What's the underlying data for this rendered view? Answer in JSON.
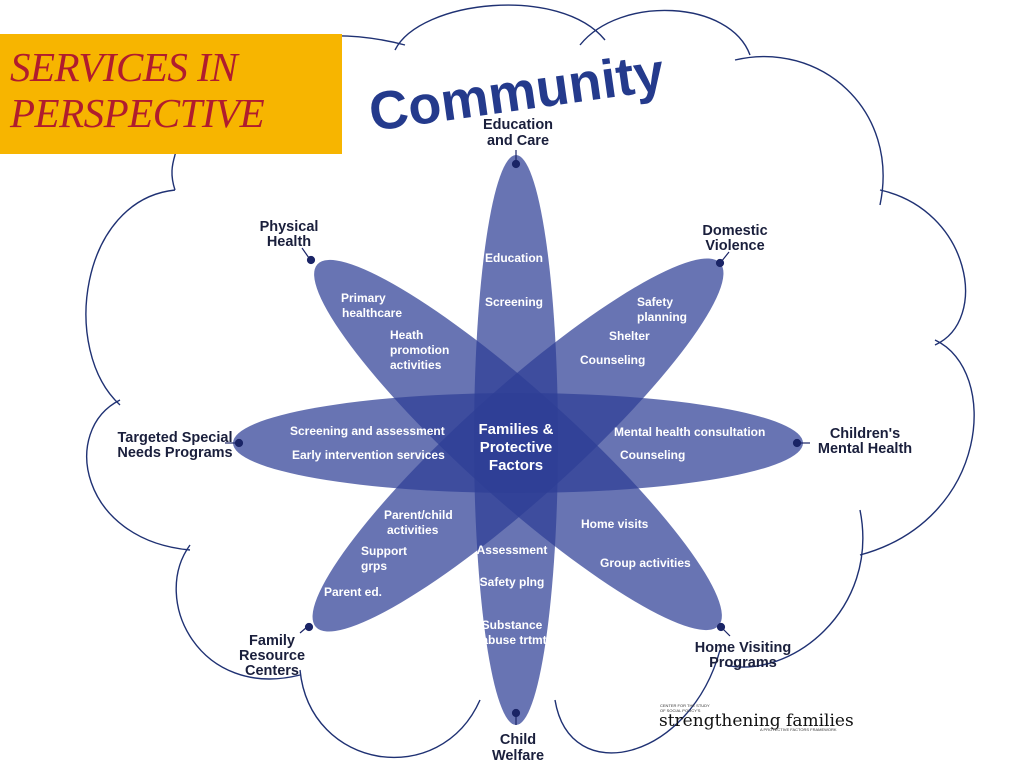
{
  "slide_title": [
    "SERVICES IN",
    "PERSPECTIVE"
  ],
  "cloud_title": "Community",
  "center_label": [
    "Families &",
    "Protective",
    "Factors"
  ],
  "petals": [
    {
      "id": "education",
      "outer": [
        "Education",
        "and Care"
      ],
      "inner": [
        "Education",
        "Screening"
      ]
    },
    {
      "id": "domestic",
      "outer": [
        "Domestic",
        "Violence"
      ],
      "inner": [
        "Safety",
        "planning",
        "Shelter",
        "Counseling"
      ]
    },
    {
      "id": "childrens",
      "outer": [
        "Children's",
        "Mental Health"
      ],
      "inner": [
        "Mental health consultation",
        "Counseling"
      ]
    },
    {
      "id": "homevisit",
      "outer": [
        "Home Visiting",
        "Programs"
      ],
      "inner": [
        "Home visits",
        "Group activities"
      ]
    },
    {
      "id": "childwelfare",
      "outer": [
        "Child",
        "Welfare"
      ],
      "inner": [
        "Assessment",
        "Safety plng",
        "Substance",
        "abuse trtmt"
      ]
    },
    {
      "id": "familyres",
      "outer": [
        "Family",
        "Resource",
        "Centers"
      ],
      "inner": [
        "Parent/child",
        "activities",
        "Support",
        "grps",
        "Parent ed."
      ]
    },
    {
      "id": "targeted",
      "outer": [
        "Targeted Special",
        "Needs Programs"
      ],
      "inner": [
        "Screening and assessment",
        "Early intervention services"
      ]
    },
    {
      "id": "physical",
      "outer": [
        "Physical",
        "Health"
      ],
      "inner": [
        "Primary",
        "healthcare",
        "Heath",
        "promotion",
        "activities"
      ]
    }
  ],
  "logo": {
    "small_top": [
      "CENTER FOR THE STUDY",
      "OF SOCIAL POLICY'S"
    ],
    "main": "strengthening families",
    "small_bottom": "A PROTECTIVE FACTORS FRAMEWORK"
  },
  "colors": {
    "petal": "#2e3f96",
    "petal_opacity": 0.72,
    "cloud_stroke": "#1f3173",
    "community_text": "#243a8c",
    "title_bg": "#f7b500",
    "title_text": "#b01c2e"
  }
}
